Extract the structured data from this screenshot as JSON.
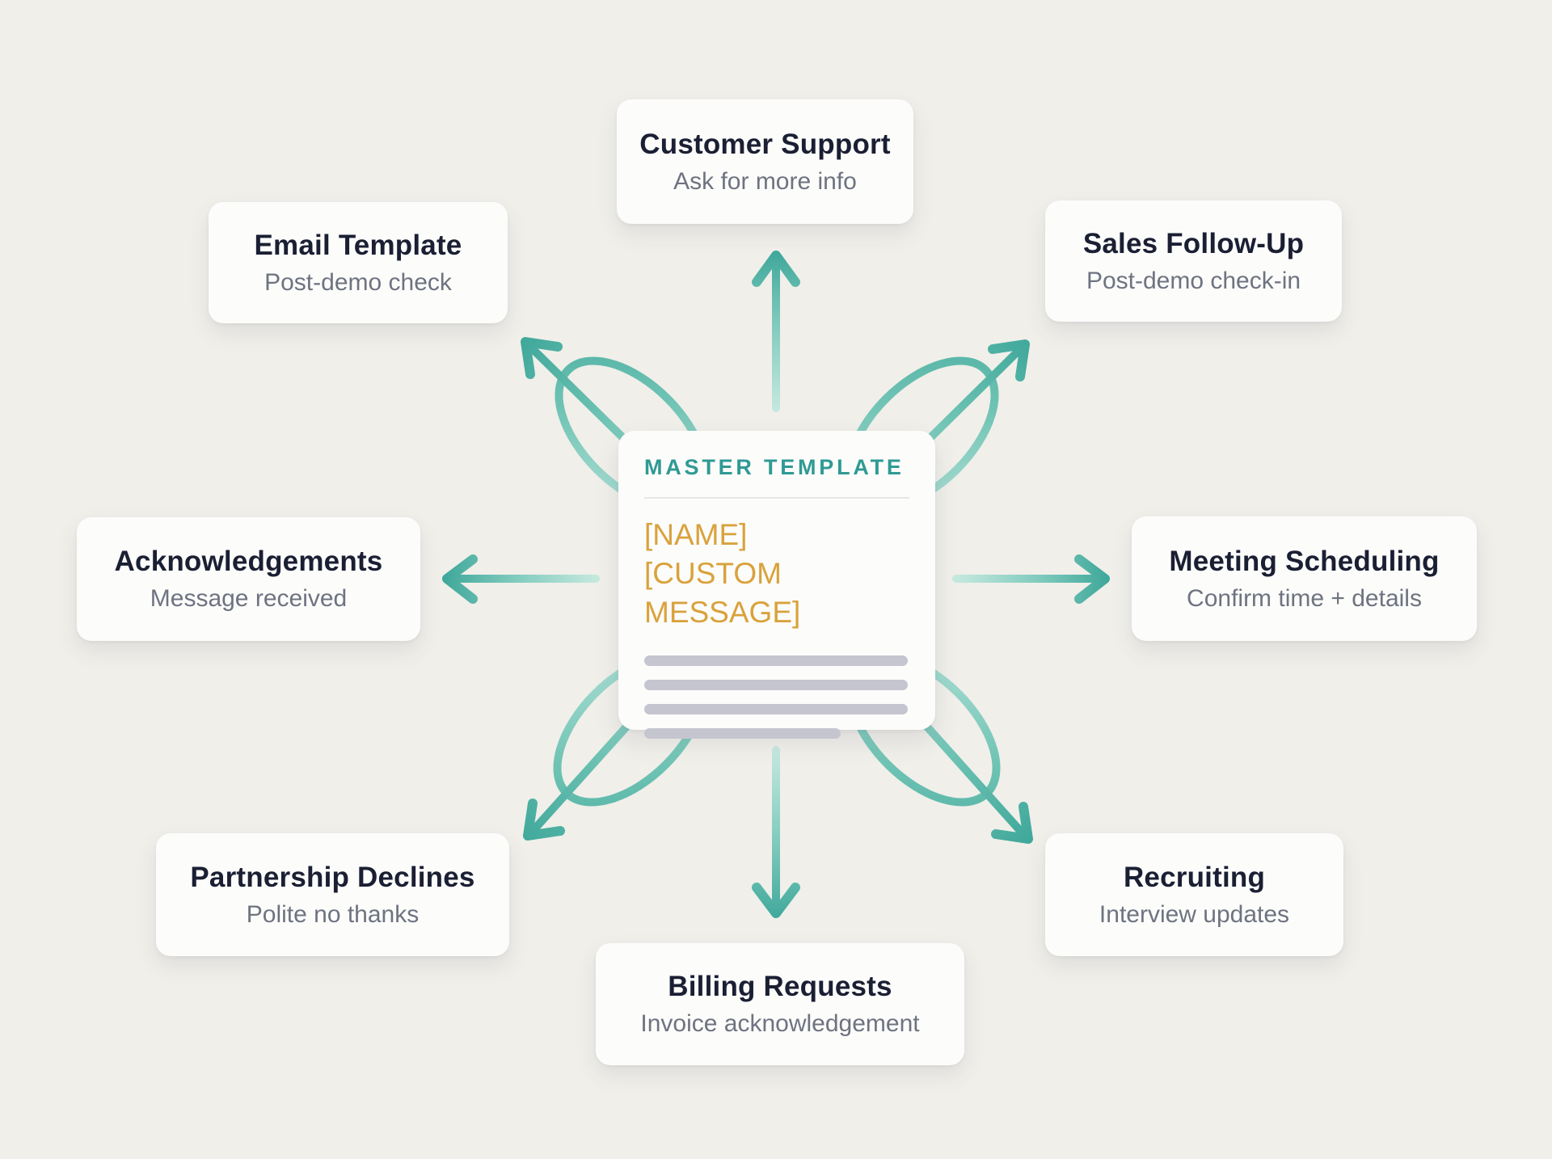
{
  "diagram": {
    "center": {
      "label": "MASTER TEMPLATE",
      "fields": [
        "[NAME]",
        "[CUSTOM MESSAGE]"
      ],
      "placeholder_line_count": 4
    },
    "nodes": [
      {
        "id": "email-template",
        "title": "Email Template",
        "subtitle": "Post-demo check",
        "position": "top-left"
      },
      {
        "id": "customer-support",
        "title": "Customer Support",
        "subtitle": "Ask for more info",
        "position": "top"
      },
      {
        "id": "sales-follow-up",
        "title": "Sales Follow-Up",
        "subtitle": "Post-demo check-in",
        "position": "top-right"
      },
      {
        "id": "acknowledgements",
        "title": "Acknowledgements",
        "subtitle": "Message received",
        "position": "left"
      },
      {
        "id": "meeting-scheduling",
        "title": "Meeting Scheduling",
        "subtitle": "Confirm time + details",
        "position": "right"
      },
      {
        "id": "partnership-declines",
        "title": "Partnership Declines",
        "subtitle": "Polite no thanks",
        "position": "bottom-left"
      },
      {
        "id": "recruiting",
        "title": "Recruiting",
        "subtitle": "Interview updates",
        "position": "bottom-right"
      },
      {
        "id": "billing-requests",
        "title": "Billing Requests",
        "subtitle": "Invoice acknowledgement",
        "position": "bottom"
      }
    ],
    "colors": {
      "background": "#f0efea",
      "card_background": "#fcfcfb",
      "node_title": "#1a1f33",
      "node_subtitle": "#6e7380",
      "accent_teal": "#2f9a94",
      "accent_orange": "#d9a23c",
      "arrow_light": "#c6e9df",
      "arrow_dark": "#3ea79a",
      "placeholder_bar": "#c5c5cf"
    }
  }
}
